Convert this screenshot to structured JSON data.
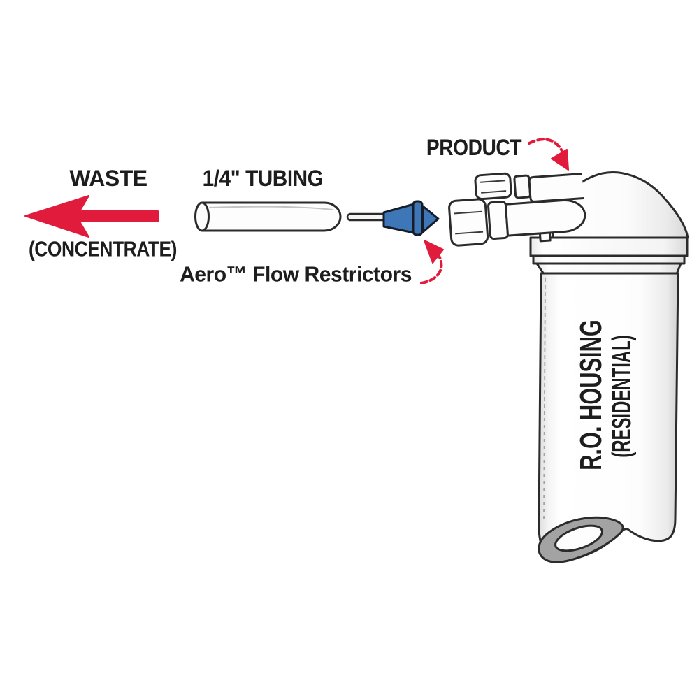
{
  "diagram": {
    "labels": {
      "waste": "WASTE",
      "concentrate": "(CONCENTRATE)",
      "tubing": "1/4\" TUBING",
      "restrictors": "Aero™ Flow Restrictors",
      "product": "PRODUCT",
      "housing_line1": "R.O. HOUSING",
      "housing_line2": "(RESIDENTIAL)"
    },
    "colors": {
      "arrow_red": "#e11b3c",
      "restrictor_blue": "#3d77b8",
      "restrictor_blue_dark": "#171c29",
      "outline_dark": "#2b2b2b",
      "metal_gray": "#a3a3a3",
      "text_black": "#1d1d1d",
      "background": "#ffffff"
    },
    "icons": {
      "waste_arrow": "left-red-arrow-icon",
      "tube": "quarter-inch-tubing-icon",
      "needle": "restrictor-needle-icon",
      "restrictor": "aero-flow-restrictor-icon",
      "restrictor_pointer": "curved-red-arrow-icon",
      "product_pointer": "curved-red-arrow-icon",
      "fitting": "compression-elbow-fitting-icon",
      "housing": "ro-housing-icon"
    }
  }
}
